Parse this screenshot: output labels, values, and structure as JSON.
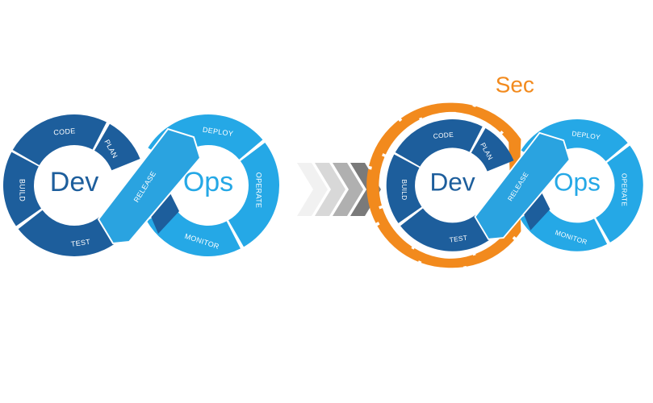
{
  "colors": {
    "dev": "#1d5e9c",
    "ops": "#25a8e6",
    "release": "#2aa3e0",
    "sec": "#f28a1d",
    "text_white": "#ffffff"
  },
  "devops": {
    "dev": "Dev",
    "ops": "Ops",
    "stages": {
      "code": "CODE",
      "plan": "PLAN",
      "build": "BUILD",
      "test": "TEST",
      "release": "RELEASE",
      "deploy": "DEPLOY",
      "operate": "OPERATE",
      "monitor": "MONITOR"
    }
  },
  "devsecops": {
    "sec": "Sec",
    "dev": "Dev",
    "ops": "Ops",
    "stages": {
      "code": "CODE",
      "plan": "PLAN",
      "build": "BUILD",
      "test": "TEST",
      "release": "RELEASE",
      "deploy": "DEPLOY",
      "operate": "OPERATE",
      "monitor": "MONITOR"
    }
  },
  "transition_arrow": {
    "chevrons": 4
  }
}
